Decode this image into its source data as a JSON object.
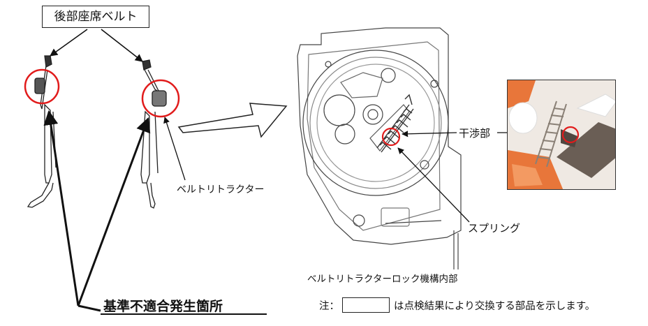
{
  "labels": {
    "rear_seat_belt": "後部座席ベルト",
    "belt_retractor": "ベルトリトラクター",
    "interference_part": "干渉部",
    "spring": "スプリング",
    "retractor_lock_mechanism": "ベルトリトラクターロック機構内部",
    "defect_location": "基準不適合発生箇所"
  },
  "note": {
    "prefix": "注：",
    "suffix": "は点検結果により交換する部品を示します。"
  },
  "colors": {
    "highlight_circle": "#e11b1b",
    "line": "#111111",
    "photo_orange": "#e8763a"
  }
}
